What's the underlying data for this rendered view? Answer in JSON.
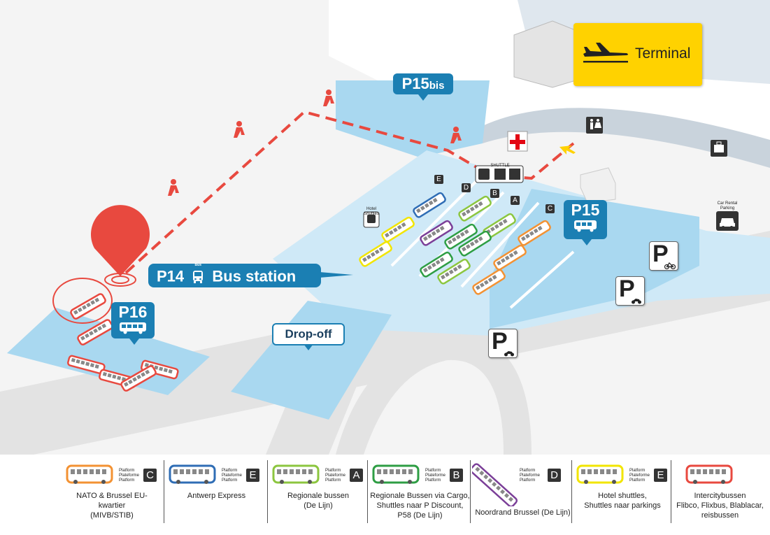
{
  "colors": {
    "road": "#e3e3e3",
    "parking": "#a9d8f0",
    "accent": "#1b7fb3",
    "route": "#e8493f",
    "terminal": "#ffd200",
    "orange": "#f39233",
    "blue": "#2f6db5",
    "lightgreen": "#8cc63f",
    "green": "#2e9e44",
    "purple": "#7b3f98",
    "yellow": "#f2e500",
    "red": "#e8493f"
  },
  "map": {
    "p15bis": {
      "main": "P15",
      "sub": "bis"
    },
    "p15": {
      "label": "P15",
      "icon": "bus-icon"
    },
    "p16": {
      "label": "P16",
      "icon": "bus-icon"
    },
    "p14": {
      "code": "P14",
      "name": "Bus station",
      "icon_caption": "Bus"
    },
    "dropoff": "Drop-off",
    "terminal": "Terminal",
    "platform_letters": [
      "E",
      "D",
      "B",
      "A",
      "C"
    ],
    "hotel_shuttles_caption": "Hotel Shuttles",
    "shuttle_caption": "SHUTTLE",
    "car_rental": [
      "Car Rental",
      "Parking"
    ],
    "parking_letter": "P"
  },
  "legend": {
    "platform_words": [
      "Platform",
      "Plateforme",
      "Platform"
    ],
    "items": [
      {
        "color": "#f39233",
        "letter": "C",
        "desc": [
          "NATO & Brussel EU-kwartier",
          "(MIVB/STIB)"
        ]
      },
      {
        "color": "#2f6db5",
        "letter": "E",
        "desc": [
          "Antwerp Express"
        ]
      },
      {
        "color": "#8cc63f",
        "letter": "A",
        "desc": [
          "Regionale bussen",
          "(De Lijn)"
        ]
      },
      {
        "color": "#2e9e44",
        "letter": "B",
        "desc": [
          "Regionale Bussen via Cargo,",
          "Shuttles naar P Discount,",
          "P58 (De Lijn)"
        ]
      },
      {
        "color": "#7b3f98",
        "letter": "D",
        "desc": [
          "Noordrand Brussel (De Lijn)"
        ]
      },
      {
        "color": "#f2e500",
        "letter": "E",
        "desc": [
          "Hotel shuttles,",
          "Shuttles naar parkings"
        ]
      },
      {
        "color": "#e8493f",
        "letter": "",
        "desc": [
          "Intercitybussen",
          "Flibco, Flixbus, Blablacar,",
          "reisbussen"
        ]
      }
    ]
  }
}
